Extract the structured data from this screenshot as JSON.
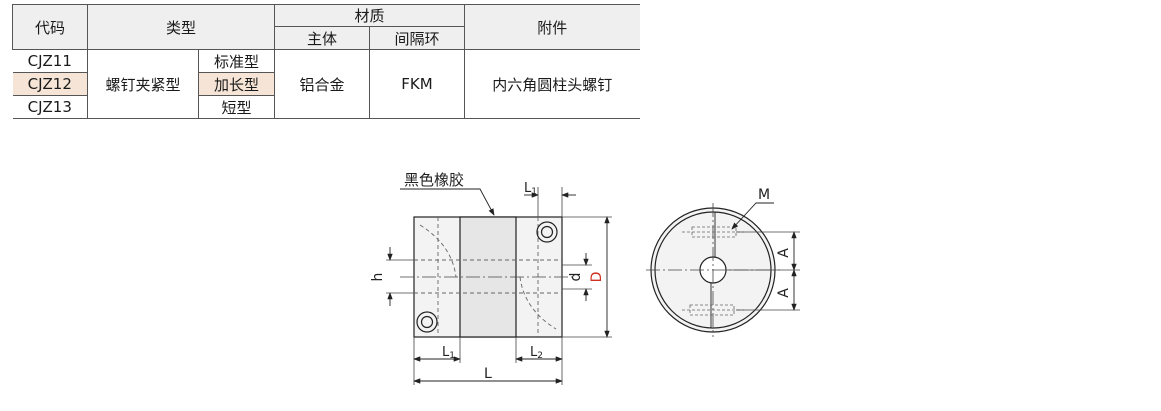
{
  "table": {
    "headers": {
      "code": "代码",
      "type": "类型",
      "material": "材质",
      "body": "主体",
      "spacer": "间隔环",
      "accessory": "附件"
    },
    "rows": [
      {
        "code": "CJZ11",
        "variant": "标准型"
      },
      {
        "code": "CJZ12",
        "variant": "加长型"
      },
      {
        "code": "CJZ13",
        "variant": "短型"
      }
    ],
    "type_value": "螺钉夹紧型",
    "body_value": "铝合金",
    "spacer_value": "FKM",
    "accessory_value": "内六角圆柱头螺钉",
    "highlight_color": "#f6e5d6"
  },
  "drawing": {
    "rubber_label": "黑色橡胶",
    "L1": "L",
    "L1_sub": "1",
    "L2": "L",
    "L2_sub": "2",
    "L": "L",
    "h": "h",
    "d": "d",
    "D": "D",
    "A": "A",
    "M": "M",
    "D_color": "#d03020"
  }
}
